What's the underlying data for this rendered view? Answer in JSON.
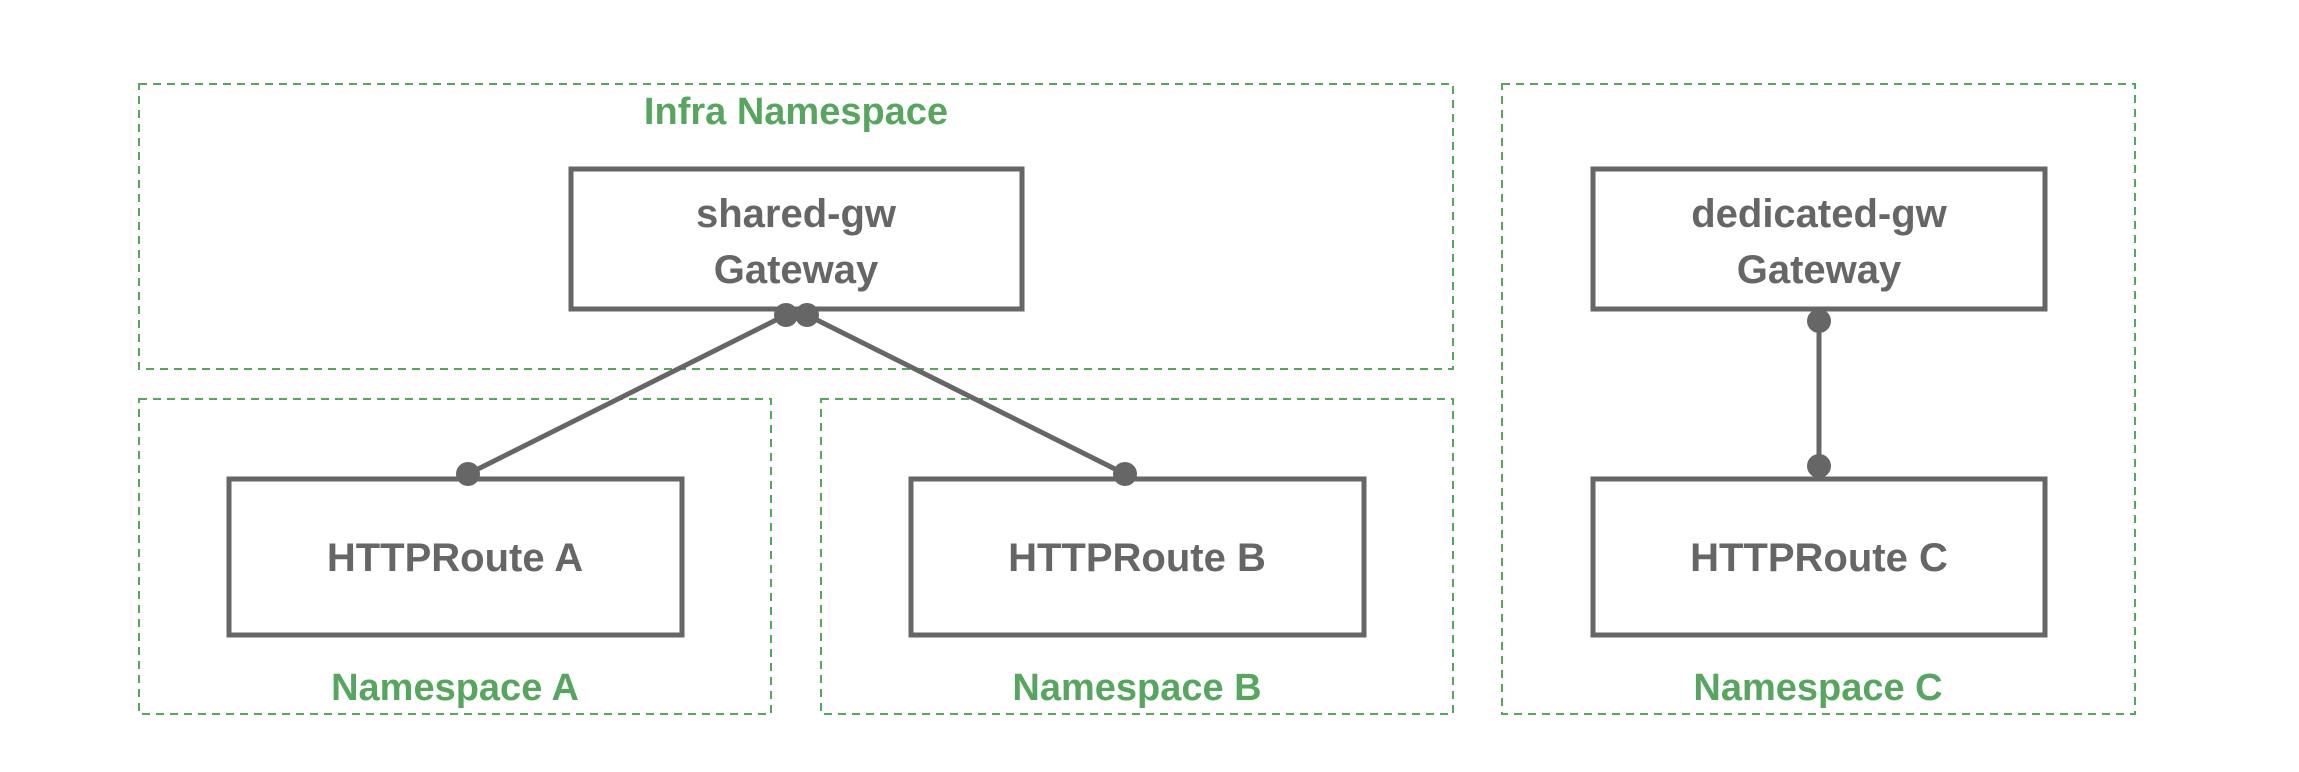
{
  "namespaces": {
    "infra": "Infra Namespace",
    "a": "Namespace A",
    "b": "Namespace B",
    "c": "Namespace C"
  },
  "nodes": {
    "shared_gw": {
      "name": "shared-gw",
      "kind": "Gateway"
    },
    "dedicated_gw": {
      "name": "dedicated-gw",
      "kind": "Gateway"
    },
    "route_a": {
      "label": "HTTPRoute A"
    },
    "route_b": {
      "label": "HTTPRoute B"
    },
    "route_c": {
      "label": "HTTPRoute C"
    }
  },
  "colors": {
    "namespace": "#57a65f",
    "node": "#666666"
  }
}
